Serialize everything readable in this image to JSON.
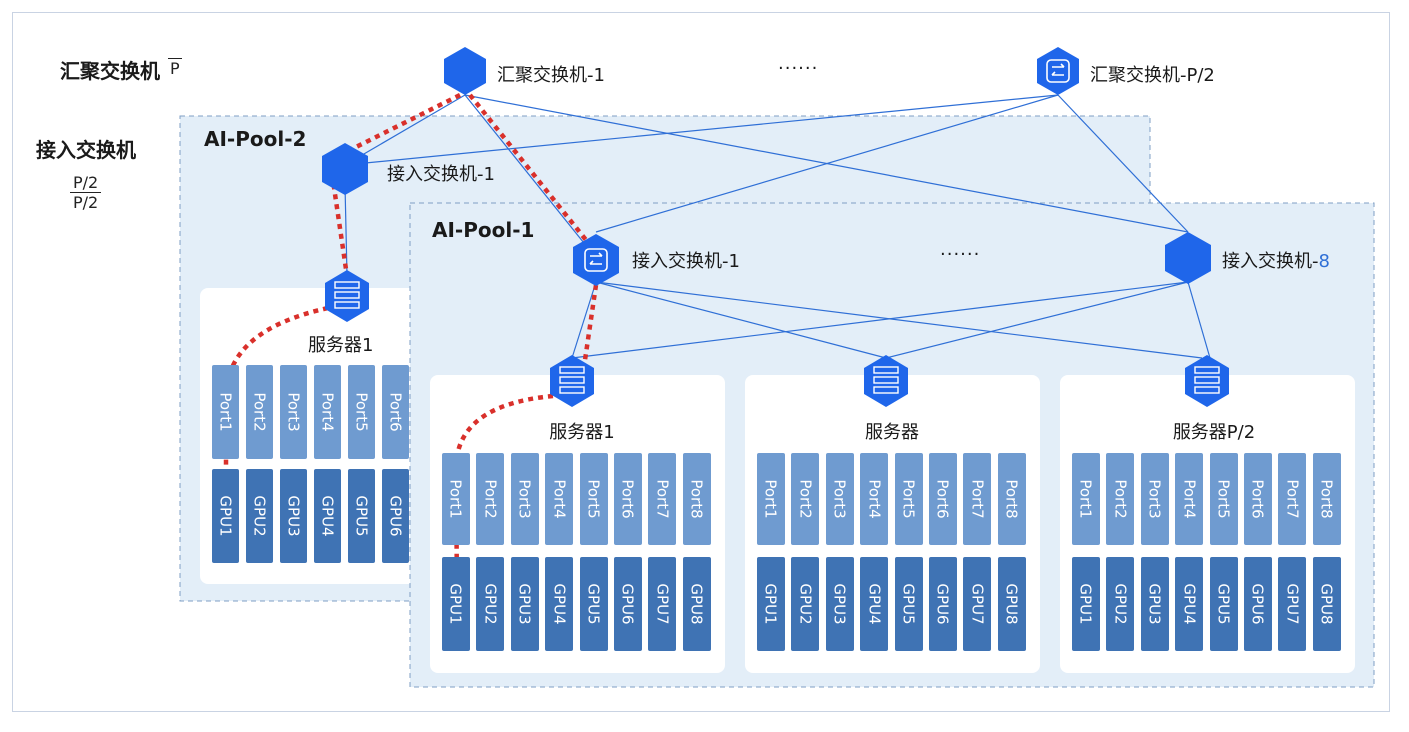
{
  "legend": {
    "agg_title": "汇聚交换机",
    "agg_fraction": "P",
    "access_title": "接入交换机",
    "access_fraction_num": "P/2",
    "access_fraction_den": "P/2"
  },
  "aggregation": {
    "switch1_label": "汇聚交换机-1",
    "switchN_label": "汇聚交换机-P/2",
    "ellipsis": "······"
  },
  "pool2": {
    "label": "AI-Pool-2",
    "access_switch_label": "接入交换机-1",
    "server_label": "服务器1",
    "ports": [
      "Port1",
      "Port2",
      "Port3",
      "Port4",
      "Port5",
      "Port6"
    ],
    "gpus": [
      "GPU1",
      "GPU2",
      "GPU3",
      "GPU4",
      "GPU5",
      "GPU6"
    ]
  },
  "pool1": {
    "label": "AI-Pool-1",
    "access_switch1_label": "接入交换机-1",
    "access_switchN_prefix": "接入交换机-",
    "access_switchN_suffix": "8",
    "ellipsis": "······",
    "servers": [
      {
        "label": "服务器1",
        "ports": [
          "Port1",
          "Port2",
          "Port3",
          "Port4",
          "Port5",
          "Port6",
          "Port7",
          "Port8"
        ],
        "gpus": [
          "GPU1",
          "GPU2",
          "GPU3",
          "GPU4",
          "GPU5",
          "GPU6",
          "GPU7",
          "GPU8"
        ]
      },
      {
        "label": "服务器",
        "ports": [
          "Port1",
          "Port2",
          "Port3",
          "Port4",
          "Port5",
          "Port6",
          "Port7",
          "Port8"
        ],
        "gpus": [
          "GPU1",
          "GPU2",
          "GPU3",
          "GPU4",
          "GPU5",
          "GPU6",
          "GPU7",
          "GPU8"
        ]
      },
      {
        "label": "服务器P/2",
        "ports": [
          "Port1",
          "Port2",
          "Port3",
          "Port4",
          "Port5",
          "Port6",
          "Port7",
          "Port8"
        ],
        "gpus": [
          "GPU1",
          "GPU2",
          "GPU3",
          "GPU4",
          "GPU5",
          "GPU6",
          "GPU7",
          "GPU8"
        ]
      }
    ]
  },
  "colors": {
    "node": "#1f66ea",
    "link": "#2f6fd6",
    "path": "#d9302b",
    "pool_bg": "#e3eef8",
    "pool_border": "#7f9fc4",
    "port": "#6f9bd0",
    "gpu": "#3f73b4"
  },
  "icons": {
    "switch": "switch-arrows-icon",
    "server": "server-rack-icon",
    "path_arrow": "arrow-down-icon"
  }
}
